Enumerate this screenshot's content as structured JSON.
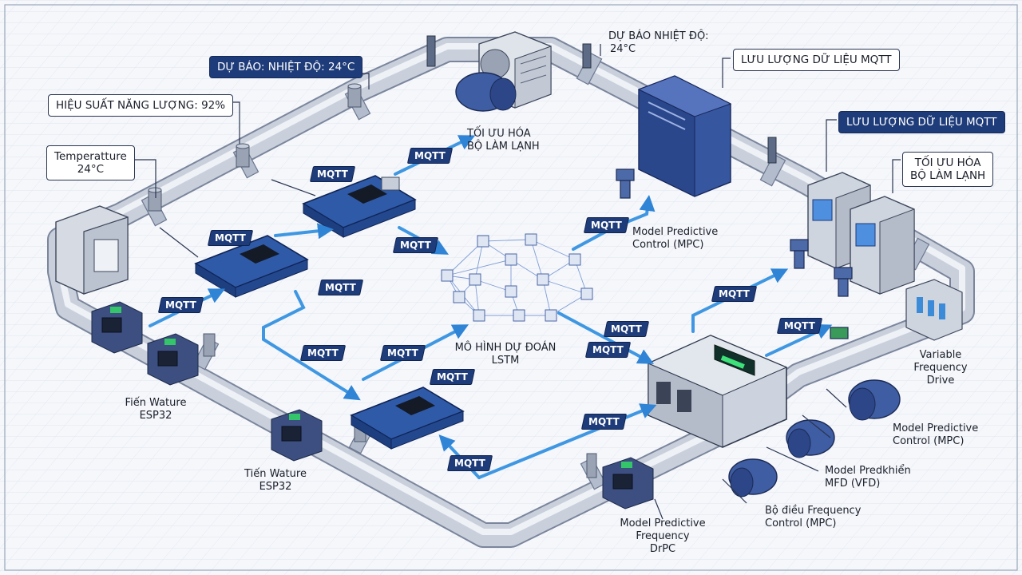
{
  "colors": {
    "pipe": "#c8cfdc",
    "pipe_dark": "#8e98ad",
    "board": "#2f5aa8",
    "accent": "#1f3c7a",
    "flow": "#4aa3ea",
    "grid": "#dfe5ee"
  },
  "callouts": {
    "forecast_temp_box": "DỰ BÁO: NHIỆT ĐỘ: 24°C",
    "energy_efficiency": "HIỆU SUẤT NĂNG LƯỢNG: 92%",
    "temperature_line1": "Temperatture",
    "temperature_line2": "24°C",
    "mqtt_traffic_1": "LƯU LƯỢNG DỮ LIỆU MQTT",
    "mqtt_traffic_2": "LƯU LƯỢNG DỮ LIỆU MQTT",
    "chiller_opt_line1": "TỐI ƯU HÓA",
    "chiller_opt_line2": "BỘ LÀM LẠNH"
  },
  "labels": {
    "forecast_temp_line1": "DỰ BÁO NHIỆT ĐỘ:",
    "forecast_temp_line2": "24°C",
    "chiller_opt_line1": "TỐI ƯU HÓA",
    "chiller_opt_line2": "BỘ LÀM LẠNH",
    "mpc_top_line1": "Model Predictive",
    "mpc_top_line2": "Control (MPC)",
    "lstm_line1": "MÔ HÌNH DỰ ĐOÁN",
    "lstm_line2": "LSTM",
    "sensor_left_line1": "Fiến Wature",
    "sensor_left_line2": "ESP32",
    "sensor_bottom_line1": "Tiến Wature",
    "sensor_bottom_line2": "ESP32",
    "vfd_line1": "Variable",
    "vfd_line2": "Frequency",
    "vfd_line3": "Drive",
    "mpc_right_line1": "Model Predictive",
    "mpc_right_line2": "Control (MPC)",
    "mfd_line1": "Model Predkhiển",
    "mfd_line2": "MFD (VFD)",
    "freq_ctrl_line1": "Bộ điều Frequency",
    "freq_ctrl_line2": "Control (MPC)",
    "drpc_line1": "Model Predictive",
    "drpc_line2": "Frequency",
    "drpc_line3": "DrPC"
  },
  "mqtt_tag": "MQTT",
  "icons": [
    "esp32-board-icon",
    "neural-network-icon",
    "chiller-icon",
    "vfd-controller-icon",
    "motor-icon",
    "valve-icon",
    "sensor-icon",
    "server-cabinet-icon"
  ]
}
